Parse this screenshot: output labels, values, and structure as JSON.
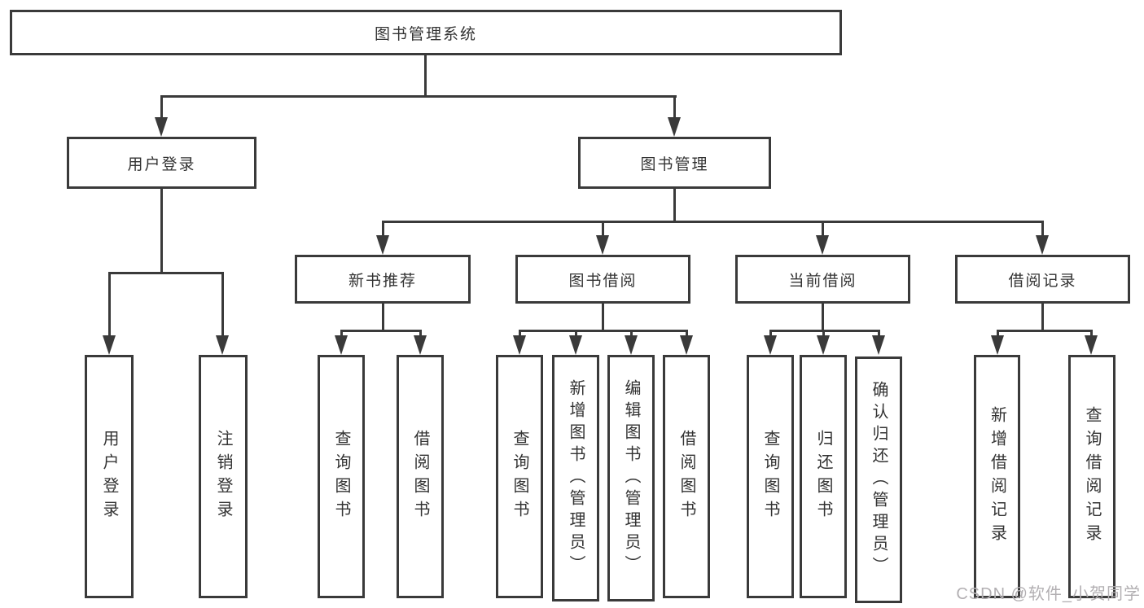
{
  "diagram": {
    "root": {
      "label": "图书管理系统"
    },
    "user_login": {
      "label": "用户登录",
      "leaves": {
        "login": "用户登录",
        "logout": "注销登录"
      }
    },
    "book_mgmt": {
      "label": "图书管理",
      "new_book_rec": {
        "label": "新书推荐",
        "leaves": {
          "query": "查询图书",
          "borrow": "借阅图书"
        }
      },
      "book_borrow": {
        "label": "图书借阅",
        "leaves": {
          "query": "查询图书",
          "add": "新增图书（管理员）",
          "edit": "编辑图书（管理员）",
          "borrow": "借阅图书"
        }
      },
      "current_borrow": {
        "label": "当前借阅",
        "leaves": {
          "query": "查询图书",
          "return": "归还图书",
          "confirm": "确认归还（管理员）"
        }
      },
      "borrow_records": {
        "label": "借阅记录",
        "leaves": {
          "add": "新增借阅记录",
          "query": "查询借阅记录"
        }
      }
    }
  },
  "watermark": {
    "text": "CSDN @软件_小贺同学"
  },
  "colors": {
    "line": "#3a3a3a",
    "text": "#333333",
    "box_fill": "#ffffff",
    "background": "#ffffff",
    "watermark": "#b2afb2"
  }
}
